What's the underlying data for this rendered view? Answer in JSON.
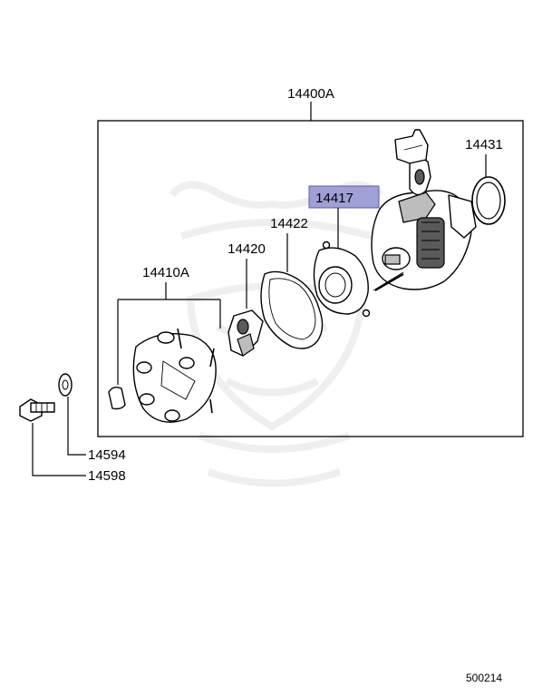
{
  "labels": {
    "assembly": "14400A",
    "o_ring": "14431",
    "pickup": "14417",
    "gasket": "14422",
    "rotor": "14420",
    "cap": "14410A",
    "washer": "14594",
    "bolt": "14598"
  },
  "highlighted_part": "14417",
  "highlight_color": "#9fa0d6",
  "diagram_code": "500214"
}
